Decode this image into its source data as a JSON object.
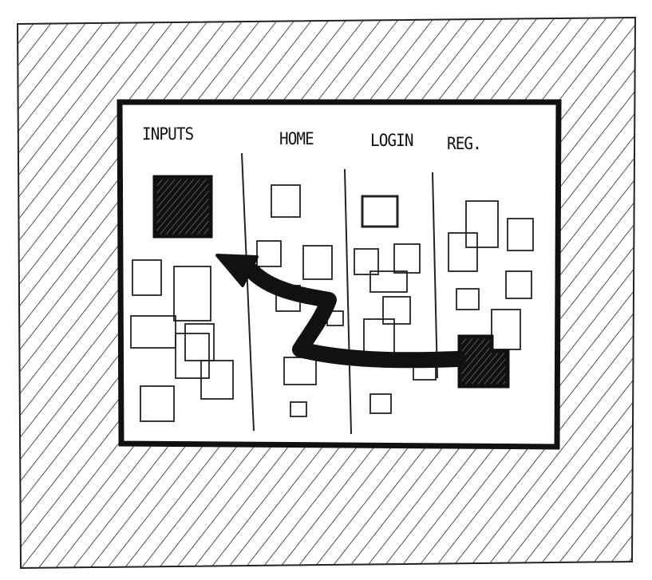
{
  "columns": [
    {
      "label": "INPUTS"
    },
    {
      "label": "HOME"
    },
    {
      "label": "LOGIN"
    },
    {
      "label": "REG."
    }
  ],
  "colors": {
    "ink": "#111111",
    "paper": "#ffffff"
  }
}
